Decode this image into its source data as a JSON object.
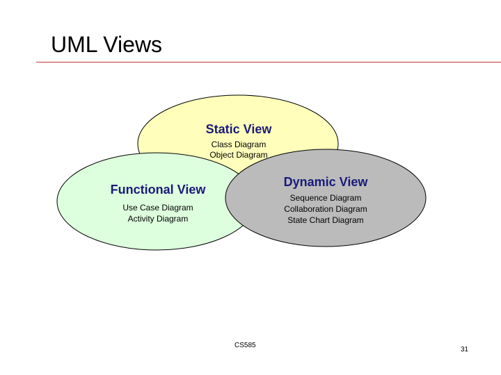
{
  "slide": {
    "title": "UML Views",
    "footer": "CS585",
    "page_number": "31"
  },
  "colors": {
    "rule": "#cc3333",
    "static_fill": "#ffffbb",
    "functional_fill": "#ddffdd",
    "dynamic_fill": "#bbbbbb",
    "heading_text": "#1a1a7a",
    "outline": "#000000"
  },
  "views": {
    "static": {
      "heading": "Static View",
      "items": [
        "Class Diagram",
        "Object Diagram"
      ]
    },
    "functional": {
      "heading": "Functional View",
      "items": [
        "Use Case Diagram",
        "Activity Diagram"
      ]
    },
    "dynamic": {
      "heading": "Dynamic View",
      "items": [
        "Sequence Diagram",
        "Collaboration Diagram",
        "State Chart Diagram"
      ]
    }
  }
}
